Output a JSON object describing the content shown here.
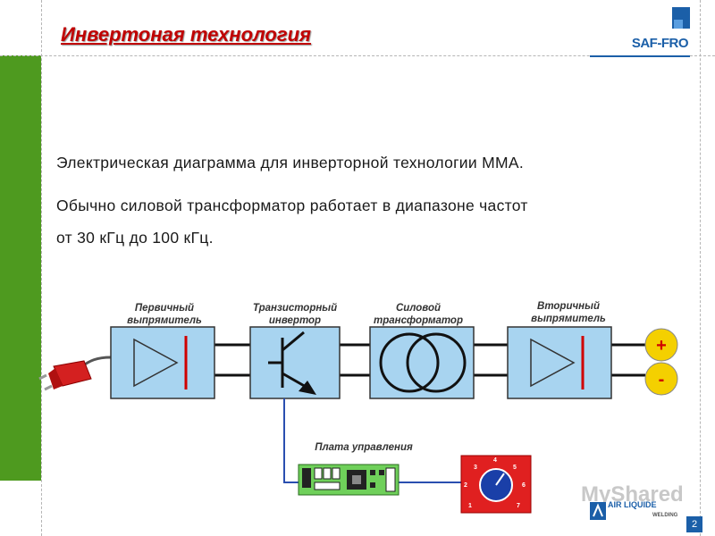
{
  "header": {
    "title": "Инвертоная технология",
    "logo_text": "SAF-FRO"
  },
  "body": {
    "line1": "Электрическая диаграмма для инверторной технологии ММА.",
    "line2": "Обычно силовой трансформатор работает в диапазоне частот",
    "line3": "от 30 кГц до 100 кГц."
  },
  "diagram": {
    "blocks": [
      {
        "label_line1": "Первичный",
        "label_line2": "выпрямитель"
      },
      {
        "label_line1": "Транзисторный",
        "label_line2": "инвертор"
      },
      {
        "label_line1": "Силовой",
        "label_line2": "трансформатор"
      },
      {
        "label_line1": "Вторичный",
        "label_line2": "выпрямитель"
      }
    ],
    "control_label": "Плата управления",
    "plus": "+",
    "minus": "-",
    "dial_numbers": [
      "1",
      "2",
      "3",
      "4",
      "5",
      "6",
      "7"
    ]
  },
  "footer": {
    "watermark": "MyShared",
    "brand": "AIR LIQUIDE",
    "brand_sub": "WELDING",
    "page_number": "2"
  },
  "colors": {
    "accent_red": "#c00000",
    "block_fill": "#a8d4f0",
    "green_bar": "#4e9a1f",
    "brand_blue": "#1b5fa8"
  }
}
